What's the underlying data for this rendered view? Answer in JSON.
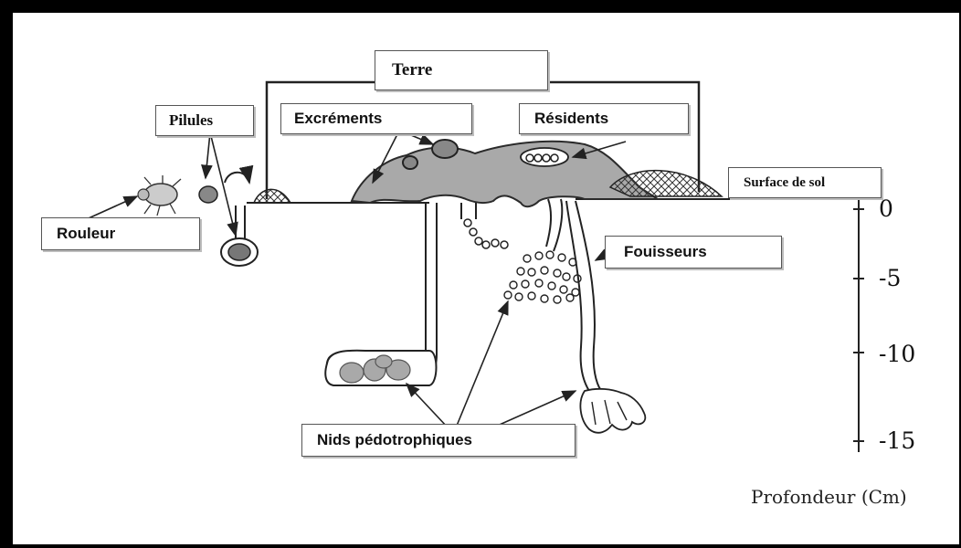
{
  "labels": {
    "terre": "Terre",
    "pilules": "Pilules",
    "excrements": "Excréments",
    "residents": "Résidents",
    "surface_sol": "Surface de sol",
    "rouleur": "Rouleur",
    "fouisseurs": "Fouisseurs",
    "nids": "Nids pédotrophiques"
  },
  "axis": {
    "title": "Profondeur (Cm)",
    "ticks": [
      "0",
      "-5",
      "-10",
      "-15"
    ]
  },
  "colors": {
    "dung": "#a9a9a9",
    "outline": "#2b2b2b",
    "frame": "#000000"
  }
}
